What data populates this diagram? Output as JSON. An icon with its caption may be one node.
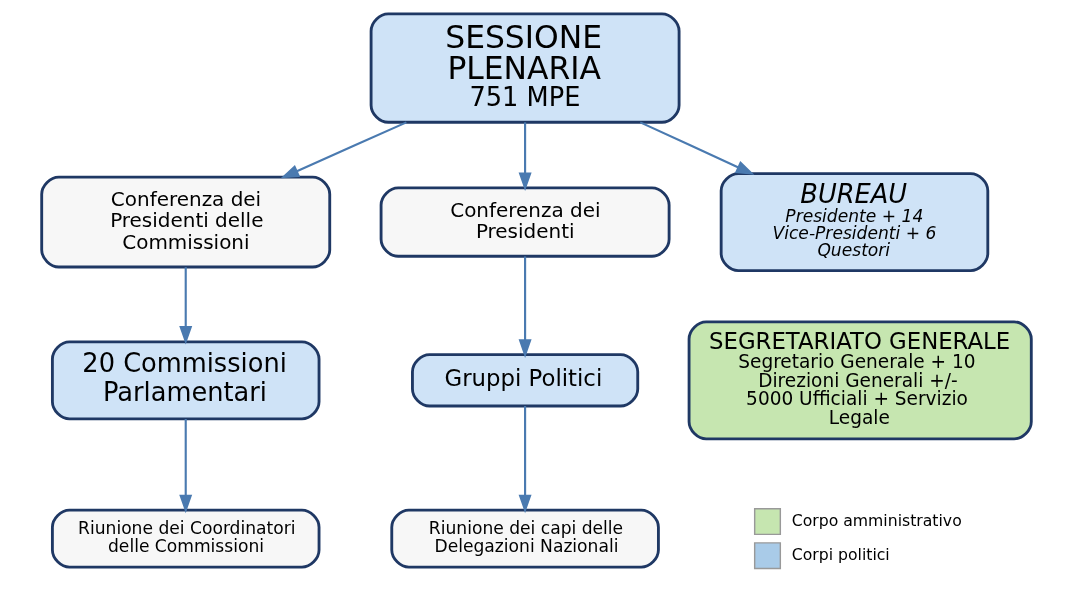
{
  "diagram": {
    "nodes": [
      {
        "text": [
          "SESSIONE PLENARIA",
          "751 MPE"
        ]
      },
      {
        "text": [
          "Conferenza dei Presidenti delle Commissioni"
        ]
      },
      {
        "text": [
          "Conferenza dei Presidenti"
        ]
      },
      {
        "text": [
          "BUREAU",
          "Presidente + 14 Vice-Presidenti + 6 Questori"
        ]
      },
      {
        "text": [
          "20 Commissioni Parlamentari"
        ]
      },
      {
        "text": [
          "Gruppi Politici"
        ]
      },
      {
        "text": [
          "SEGRETARIATO GENERALE",
          "Segretario Generale + 10 Direzioni Generali +/- 5000 Ufficiali + Servizio Legale"
        ]
      },
      {
        "text": [
          "Riunione dei Coordinatori delle Commissioni"
        ]
      },
      {
        "text": [
          "Riunione dei capi delle Delegazioni Nazionali"
        ]
      }
    ],
    "edges": [
      {
        "from": 0,
        "to": 1,
        "arrow": "to"
      },
      {
        "from": 0,
        "to": 2,
        "arrow": "to"
      },
      {
        "from": 0,
        "to": 3,
        "arrow": "to"
      },
      {
        "from": 1,
        "to": 4,
        "arrow": "to"
      },
      {
        "from": 2,
        "to": 5,
        "arrow": "to"
      },
      {
        "from": 4,
        "to": 7,
        "arrow": "to"
      },
      {
        "from": 5,
        "to": 8,
        "arrow": "to"
      }
    ],
    "legend": [
      {
        "text": "Corpo amministrativo",
        "color": "#c6e6b0"
      },
      {
        "text": "Corpi politici",
        "color": "#a9cbe8"
      }
    ]
  }
}
